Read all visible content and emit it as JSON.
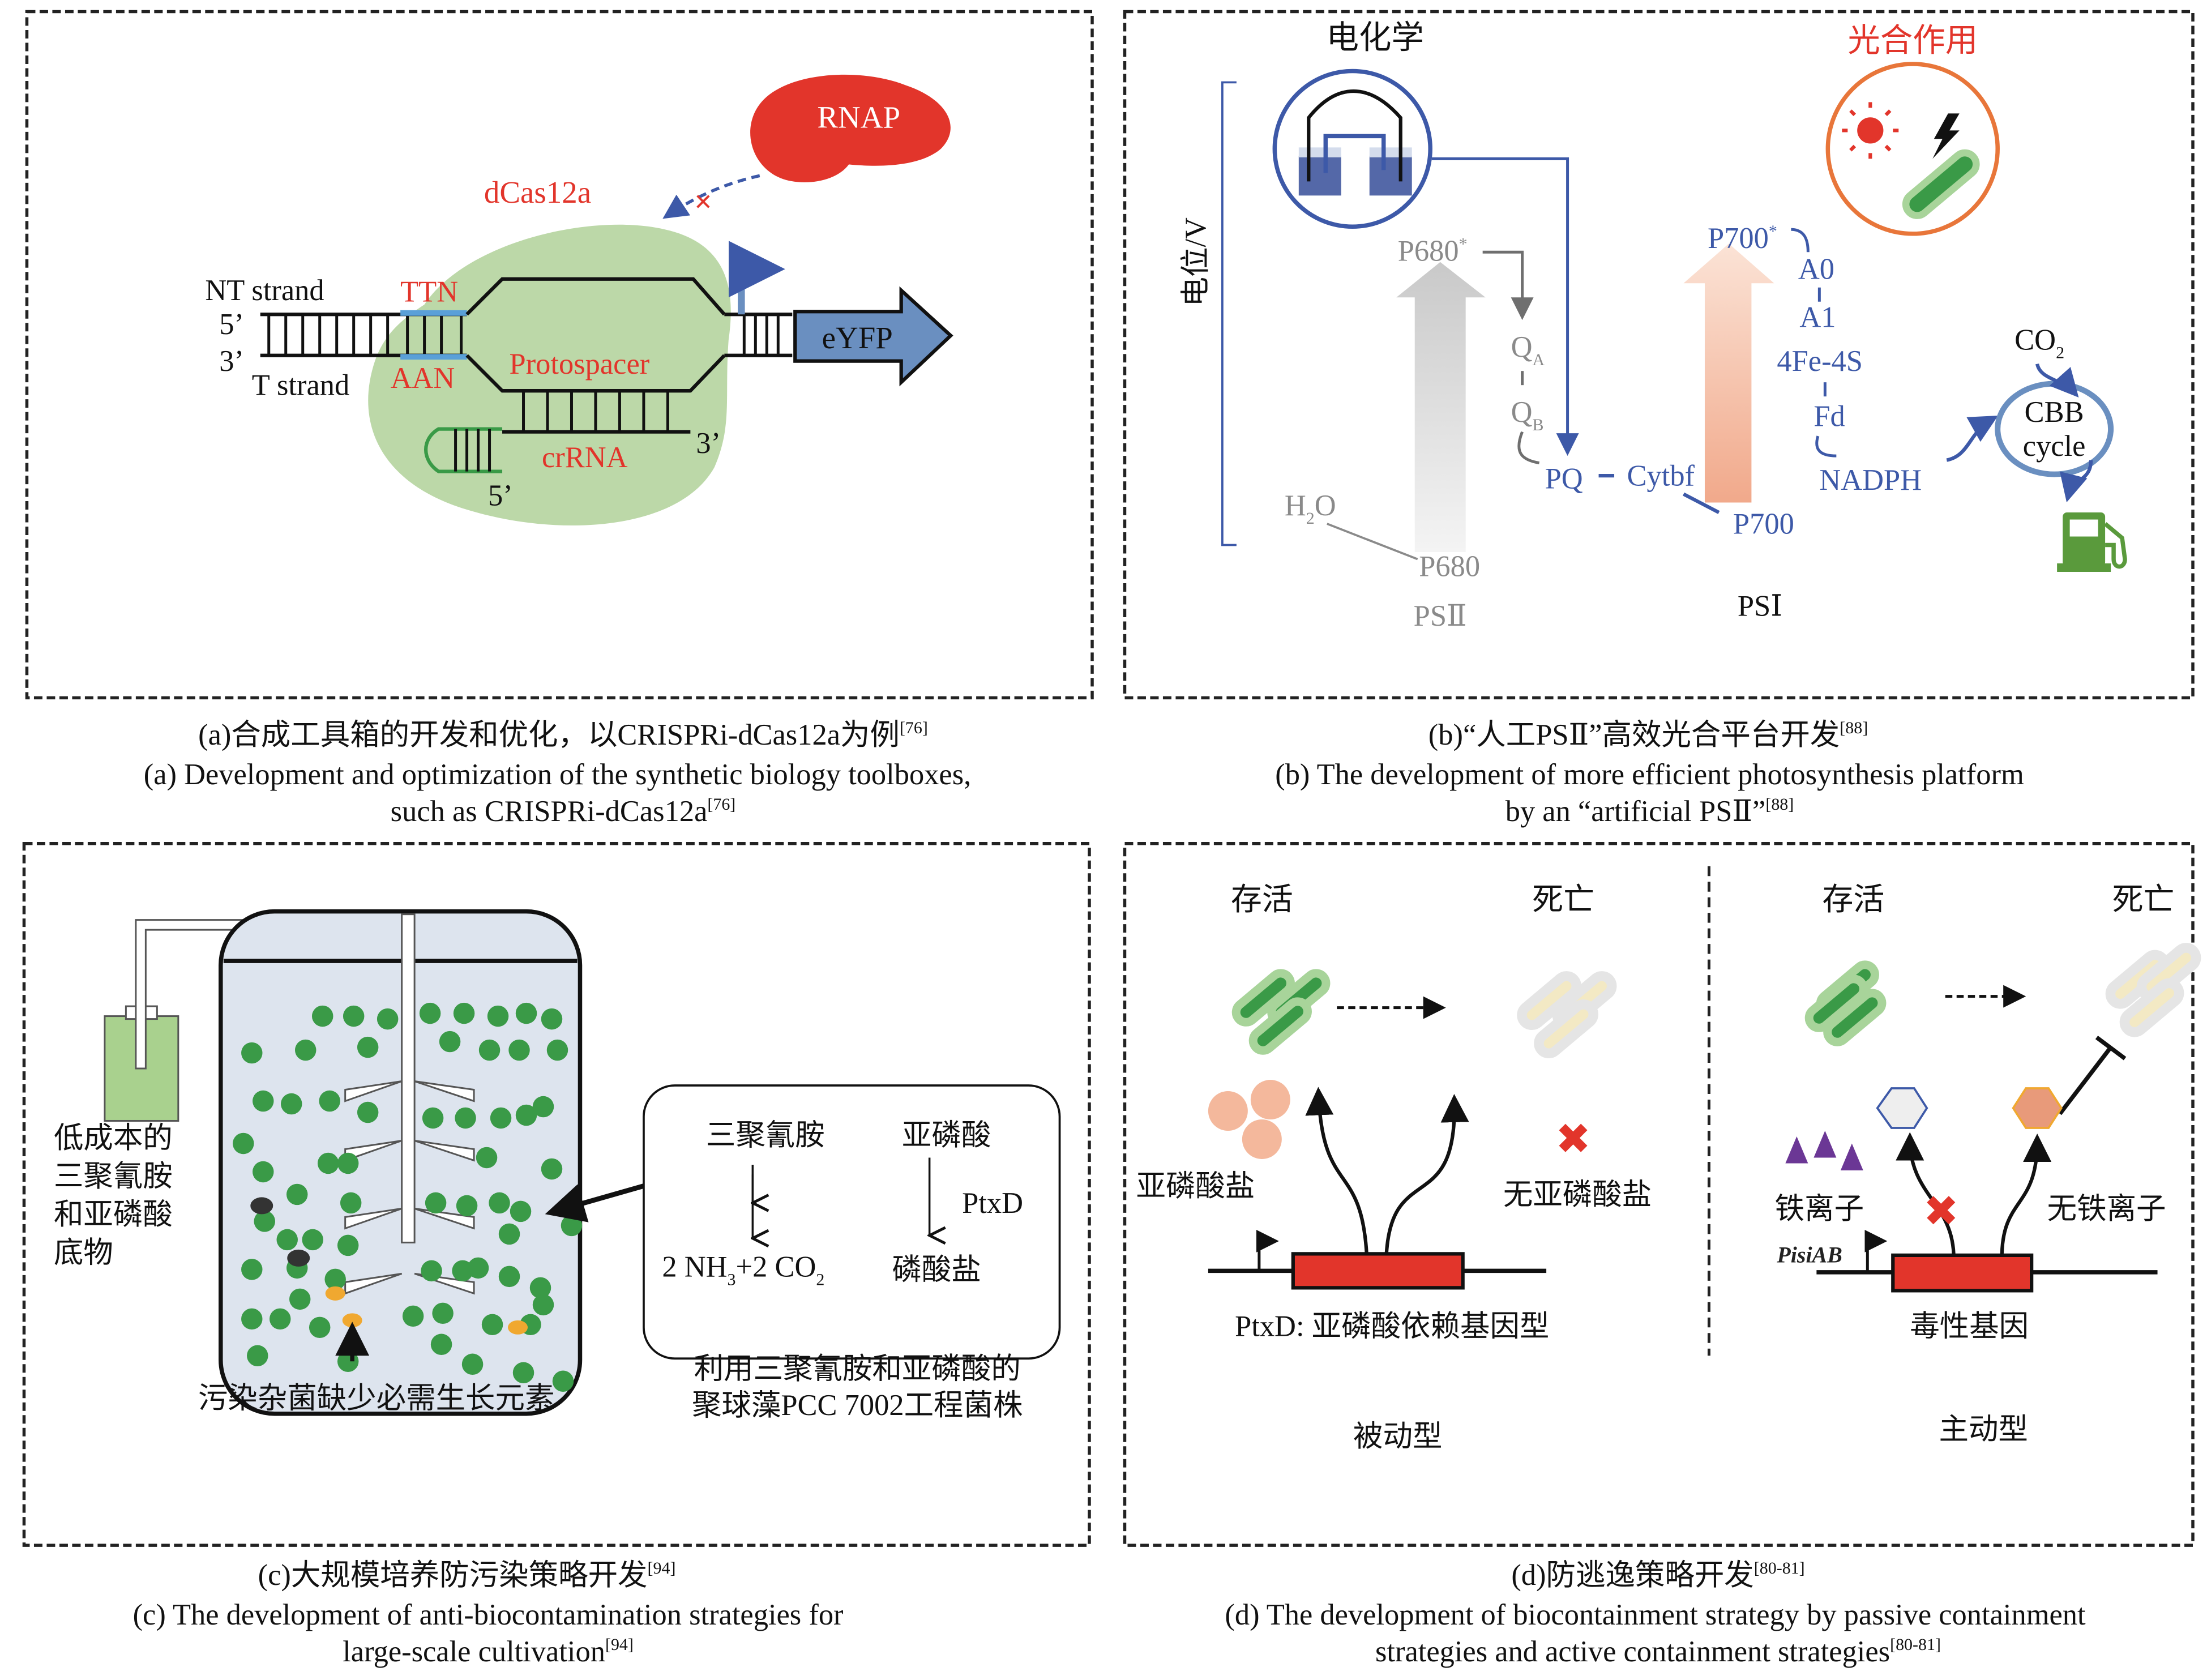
{
  "figure": {
    "panels": {
      "a": {
        "labels": {
          "rnap": "RNAP",
          "dcas": "dCas12a",
          "nt_strand": "NT strand",
          "t_strand": "T strand",
          "five_prime_top": "5’",
          "three_prime_left": "3’",
          "ttn": "TTN",
          "aan": "AAN",
          "protospacer": "Protospacer",
          "crrna": "crRNA",
          "three_prime_crrna": "3’",
          "five_prime_crrna": "5’",
          "eyfp": "eYFP"
        },
        "caption_zh": "(a)合成工具箱的开发和优化，以CRISPRi-dCas12a为例",
        "caption_zh_ref": "[76]",
        "caption_en_line1": "(a) Development and optimization of the synthetic biology toolboxes,",
        "caption_en_line2": "such as CRISPRi-dCas12a",
        "caption_en_ref": "[76]"
      },
      "b": {
        "labels": {
          "electrochem": "电化学",
          "photosynthesis": "光合作用",
          "potential_axis": "电位/V",
          "p680_star": "P680",
          "star": "*",
          "qa": "Q",
          "qa_sub": "A",
          "qb": "Q",
          "qb_sub": "B",
          "pq": "PQ",
          "cytbf": "Cytbf",
          "p700_star": "P700",
          "a0": "A0",
          "a1": "A1",
          "fe4s": "4Fe-4S",
          "fd": "Fd",
          "nadph": "NADPH",
          "p700": "P700",
          "h2o": "H",
          "h2o_sub": "2",
          "h2o_o": "O",
          "p680": "P680",
          "ps2": "PSⅡ",
          "ps1": "PSⅠ",
          "co2": "CO",
          "co2_sub": "2",
          "cbb1": "CBB",
          "cbb2": "cycle"
        },
        "caption_zh": "(b)“人工PSⅡ”高效光合平台开发",
        "caption_zh_ref": "[88]",
        "caption_en_line1": "(b) The development of more efficient photosynthesis platform",
        "caption_en_line2": "by an “artificial PSⅡ”",
        "caption_en_ref": "[88]"
      },
      "c": {
        "labels": {
          "substrate_l1": "低成本的",
          "substrate_l2": "三聚氰胺",
          "substrate_l3": "和亚磷酸",
          "substrate_l4": "底物",
          "melamine": "三聚氰胺",
          "phosphite": "亚磷酸",
          "ptxd": "PtxD",
          "products_nh3": "2 NH",
          "products_sub3": "3",
          "products_co2": "+2 CO",
          "products_sub2": "2",
          "phosphate": "磷酸盐",
          "contaminant": "污染杂菌缺少必需生长元素",
          "strain_l1": "利用三聚氰胺和亚磷酸的",
          "strain_l2": "聚球藻PCC 7002工程菌株"
        },
        "caption_zh": "(c)大规模培养防污染策略开发",
        "caption_zh_ref": "[94]",
        "caption_en_line1": "(c) The development of anti-biocontamination strategies for",
        "caption_en_line2": "large-scale cultivation",
        "caption_en_ref": "[94]"
      },
      "d": {
        "labels": {
          "survive_left": "存活",
          "death_left": "死亡",
          "survive_right": "存活",
          "death_right": "死亡",
          "phosphite_salt": "亚磷酸盐",
          "no_phosphite_salt": "无亚磷酸盐",
          "ptxd_gene": "PtxD: 亚磷酸依赖基因型",
          "passive": "被动型",
          "iron": "铁离子",
          "no_iron": "无铁离子",
          "promoter": "PisiAB",
          "toxic_gene": "毒性基因",
          "active": "主动型"
        },
        "caption_zh": "(d)防逃逸策略开发",
        "caption_zh_ref": "[80-81]",
        "caption_en_line1": "(d) The development of biocontainment strategy by passive containment",
        "caption_en_line2": "strategies and active containment strategies",
        "caption_en_ref": "[80-81]"
      }
    },
    "colors": {
      "red": "#e2352b",
      "blue": "#3d59a8",
      "light_green": "#b9d6a6",
      "cell_green": "#3a9a47",
      "eyfp_blue": "#6a8fc0",
      "orange_circle": "#e8763a",
      "fuel_green": "#5a9a3c"
    }
  }
}
